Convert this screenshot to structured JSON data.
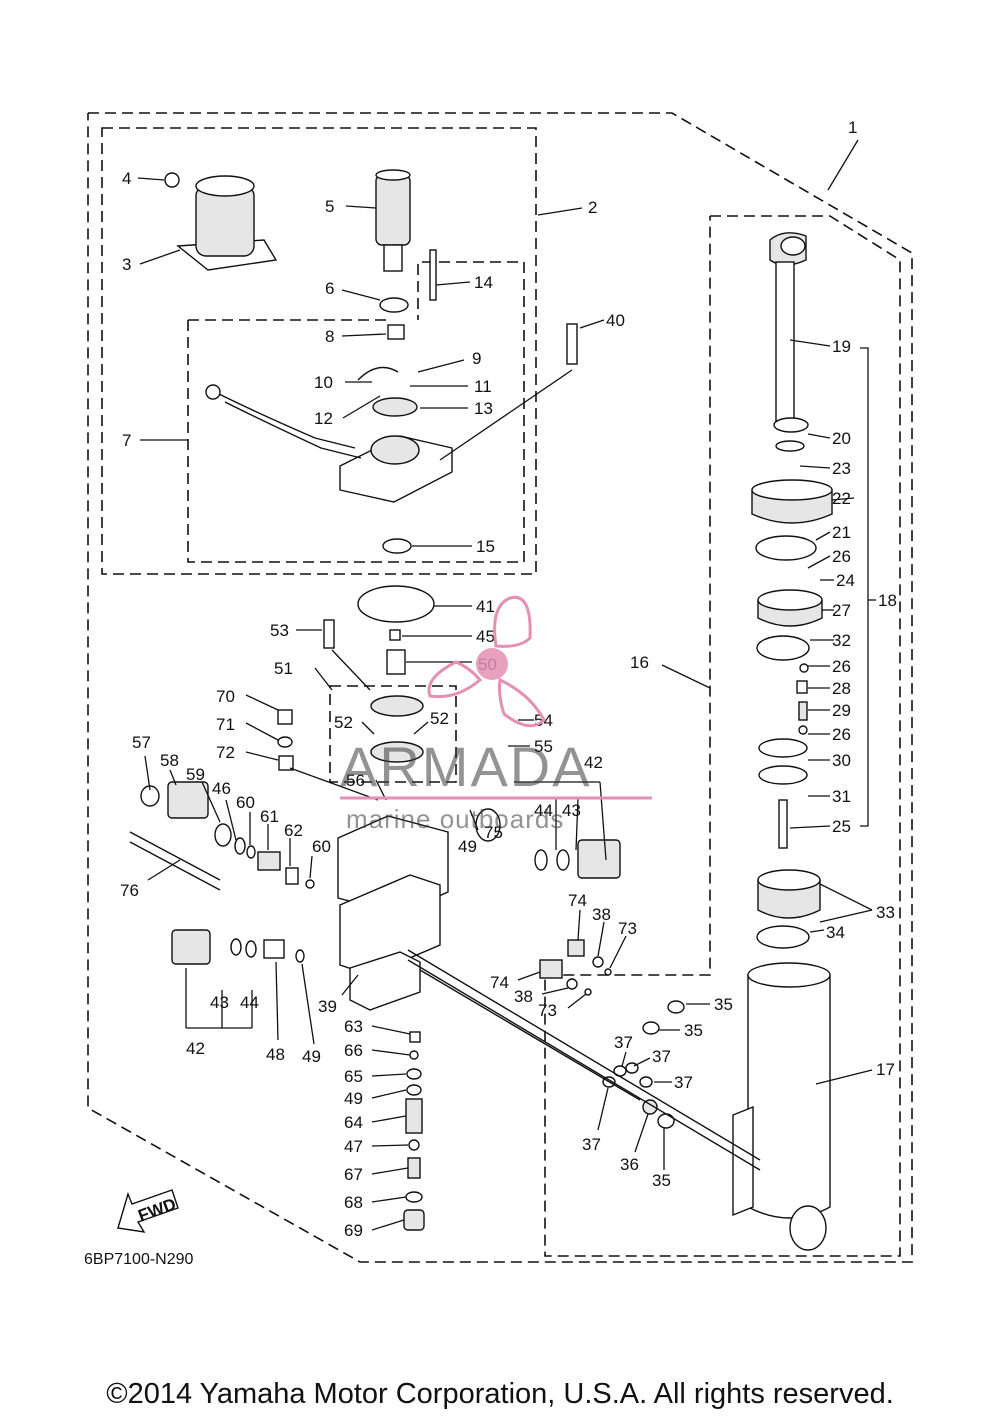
{
  "diagram_code": "6BP7100-N290",
  "fwd_label": "FWD",
  "watermark": {
    "brand": "ARMADA",
    "tagline": "marine outboards",
    "accent_color": "#e58fb3"
  },
  "copyright": "©2014 Yamaha Motor Corporation, U.S.A. All rights reserved.",
  "callouts": {
    "c1": "1",
    "c2": "2",
    "c3": "3",
    "c4": "4",
    "c5": "5",
    "c6": "6",
    "c7": "7",
    "c8": "8",
    "c9": "9",
    "c10": "10",
    "c11": "11",
    "c12": "12",
    "c13": "13",
    "c14": "14",
    "c15": "15",
    "c16": "16",
    "c17": "17",
    "c18": "18",
    "c19": "19",
    "c20": "20",
    "c21": "21",
    "c22": "22",
    "c23": "23",
    "c24": "24",
    "c25": "25",
    "c26a": "26",
    "c26b": "26",
    "c26c": "26",
    "c27": "27",
    "c28": "28",
    "c29": "29",
    "c30": "30",
    "c31": "31",
    "c32": "32",
    "c33": "33",
    "c34": "34",
    "c35a": "35",
    "c35b": "35",
    "c35c": "35",
    "c36": "36",
    "c37a": "37",
    "c37b": "37",
    "c37c": "37",
    "c37d": "37",
    "c38a": "38",
    "c38b": "38",
    "c39": "39",
    "c40": "40",
    "c41": "41",
    "c42a": "42",
    "c42b": "42",
    "c43a": "43",
    "c43b": "43",
    "c44a": "44",
    "c44b": "44",
    "c45": "45",
    "c46": "46",
    "c47": "47",
    "c48": "48",
    "c49a": "49",
    "c49b": "49",
    "c49c": "49",
    "c50": "50",
    "c51": "51",
    "c52a": "52",
    "c52b": "52",
    "c53": "53",
    "c54": "54",
    "c55": "55",
    "c56": "56",
    "c57": "57",
    "c58": "58",
    "c59": "59",
    "c60a": "60",
    "c60b": "60",
    "c61": "61",
    "c62": "62",
    "c63": "63",
    "c64": "64",
    "c65": "65",
    "c66": "66",
    "c67": "67",
    "c68": "68",
    "c69": "69",
    "c70": "70",
    "c71": "71",
    "c72": "72",
    "c73a": "73",
    "c73b": "73",
    "c74a": "74",
    "c74b": "74",
    "c75": "75",
    "c76": "76"
  }
}
